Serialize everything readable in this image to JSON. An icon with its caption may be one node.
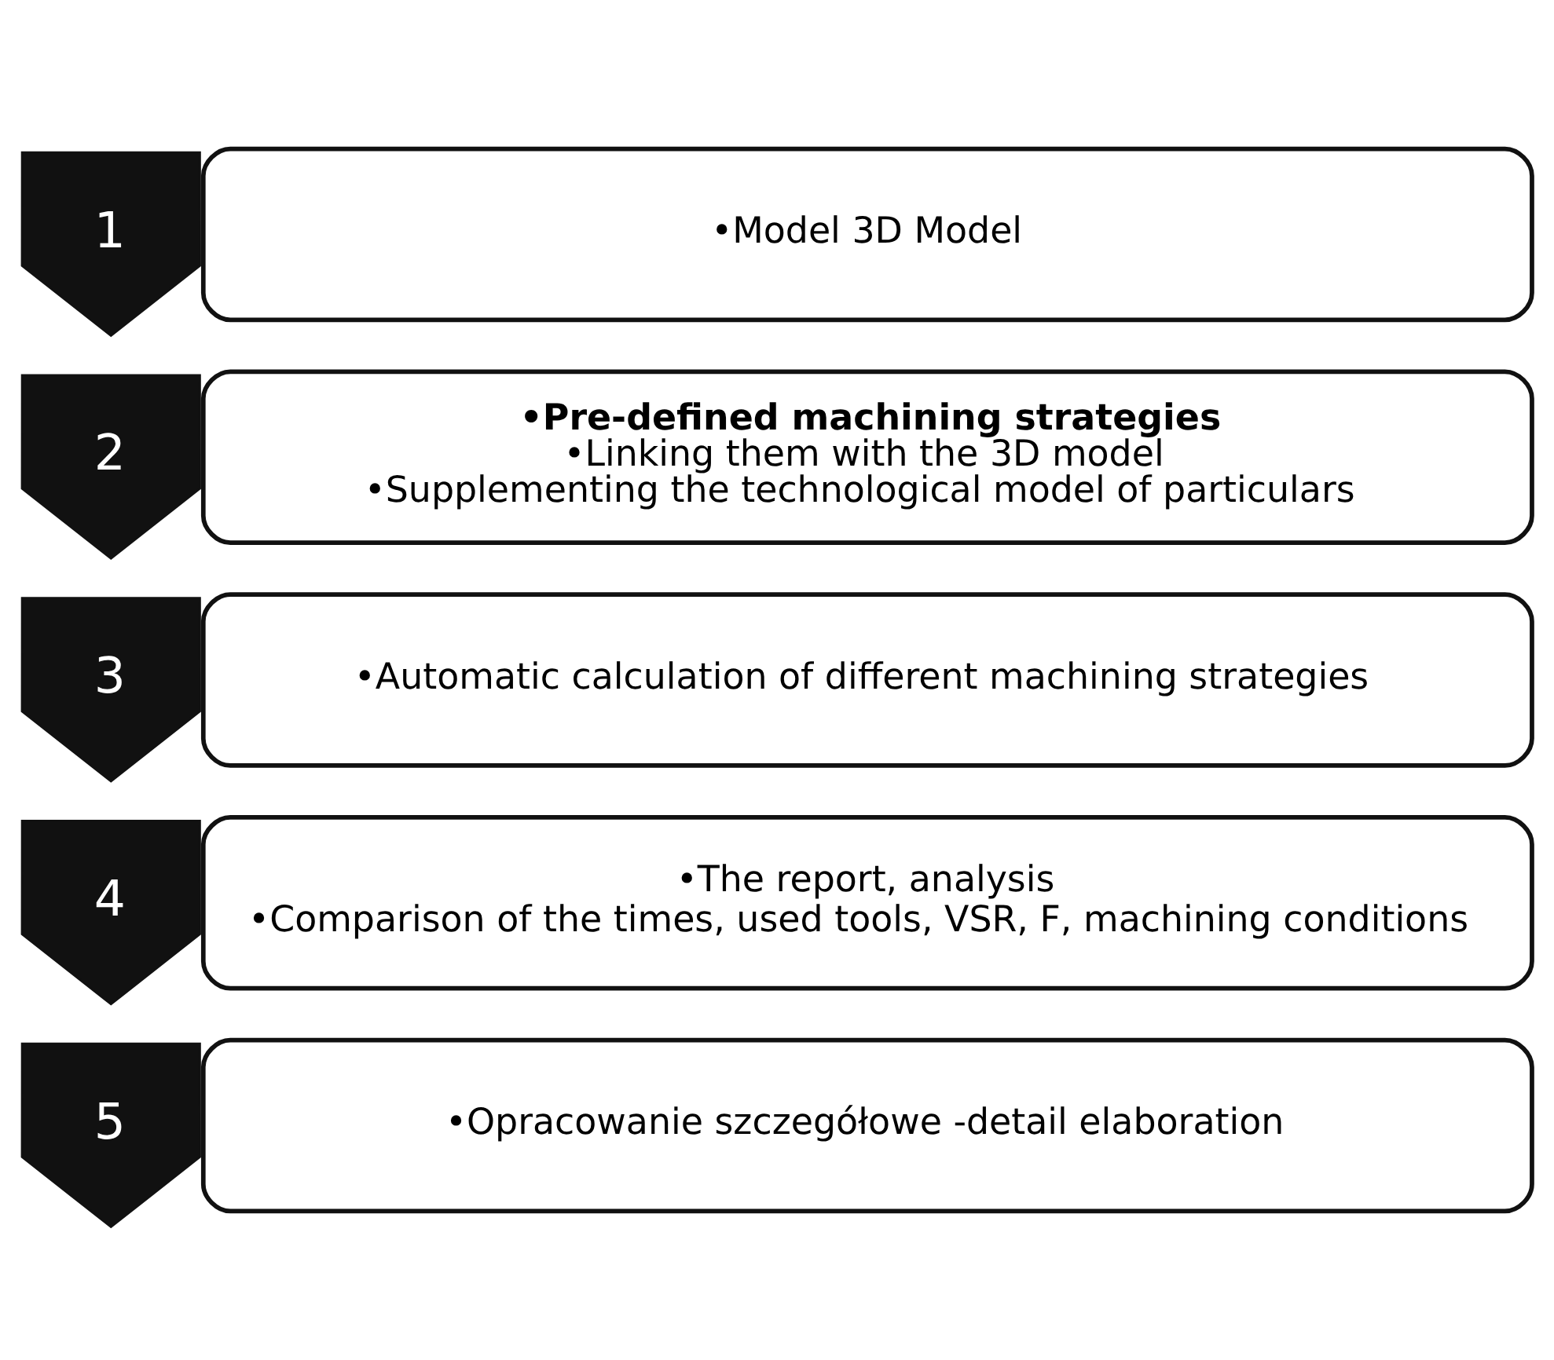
{
  "diagram": {
    "nodes": [
      {
        "text": [
          "1"
        ]
      },
      {
        "text": [
          "•Model 3D Model"
        ]
      },
      {
        "text": [
          "2"
        ]
      },
      {
        "text": [
          "**•Pre-defined machining strategies**",
          "•Linking them with the 3D model",
          "•Supplementing the technological model of particulars"
        ]
      },
      {
        "text": [
          "3"
        ]
      },
      {
        "text": [
          "•Automatic calculation of different machining strategies"
        ]
      },
      {
        "text": [
          "4"
        ]
      },
      {
        "text": [
          "•The report, analysis",
          "•Comparison of the times, used tools, VSR, F, machining conditions"
        ]
      },
      {
        "text": [
          "5"
        ]
      },
      {
        "text": [
          "•Opracowanie szczegółowe -detail elaboration"
        ]
      }
    ],
    "edges": []
  }
}
